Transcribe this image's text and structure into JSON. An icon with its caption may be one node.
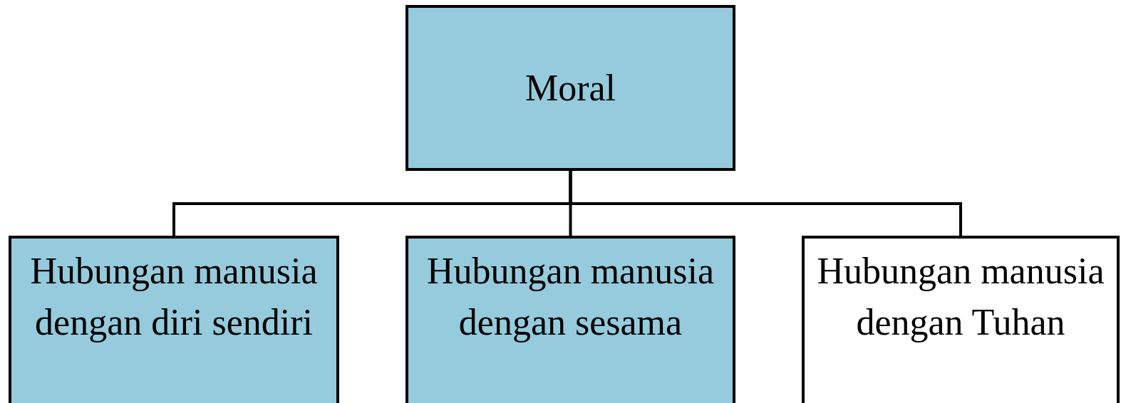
{
  "diagram": {
    "nodes": [
      {
        "text": [
          "Moral"
        ]
      },
      {
        "text": [
          "Hubungan manusia dengan diri sendiri"
        ]
      },
      {
        "text": [
          "Hubungan manusia dengan sesama"
        ]
      },
      {
        "text": [
          "Hubungan manusia dengan Tuhan"
        ]
      }
    ],
    "edges": [
      {
        "from": 0,
        "to": 1,
        "arrow": "none"
      },
      {
        "from": 0,
        "to": 2,
        "arrow": "none"
      },
      {
        "from": 0,
        "to": 3,
        "arrow": "none"
      }
    ]
  }
}
